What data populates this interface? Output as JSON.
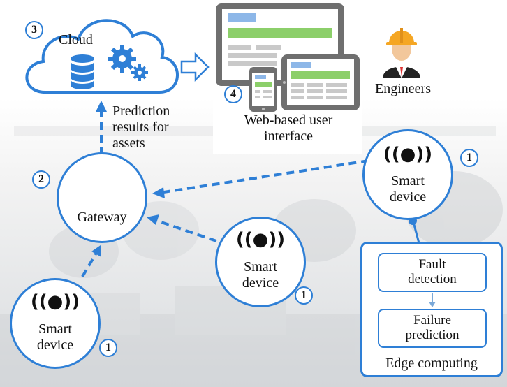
{
  "cloud": {
    "label": "Cloud",
    "badge": "3"
  },
  "web_ui": {
    "label_line1": "Web-based user",
    "label_line2": "interface",
    "badge": "4"
  },
  "engineers": {
    "label": "Engineers"
  },
  "prediction": {
    "line1": "Prediction",
    "line2": "results for",
    "line3": "assets"
  },
  "gateway": {
    "label": "Gateway",
    "badge": "2"
  },
  "smart_device_right": {
    "line1": "Smart",
    "line2": "device",
    "badge": "1"
  },
  "smart_device_mid": {
    "line1": "Smart",
    "line2": "device",
    "badge": "1"
  },
  "smart_device_left": {
    "line1": "Smart",
    "line2": "device",
    "badge": "1"
  },
  "edge": {
    "fault_line1": "Fault",
    "fault_line2": "detection",
    "failure_line1": "Failure",
    "failure_line2": "prediction",
    "title": "Edge computing"
  },
  "colors": {
    "accent": "#2e7fd6",
    "ui_green": "#8ccf6a",
    "ui_blue": "#8db7e8",
    "device_frame": "#707070"
  }
}
